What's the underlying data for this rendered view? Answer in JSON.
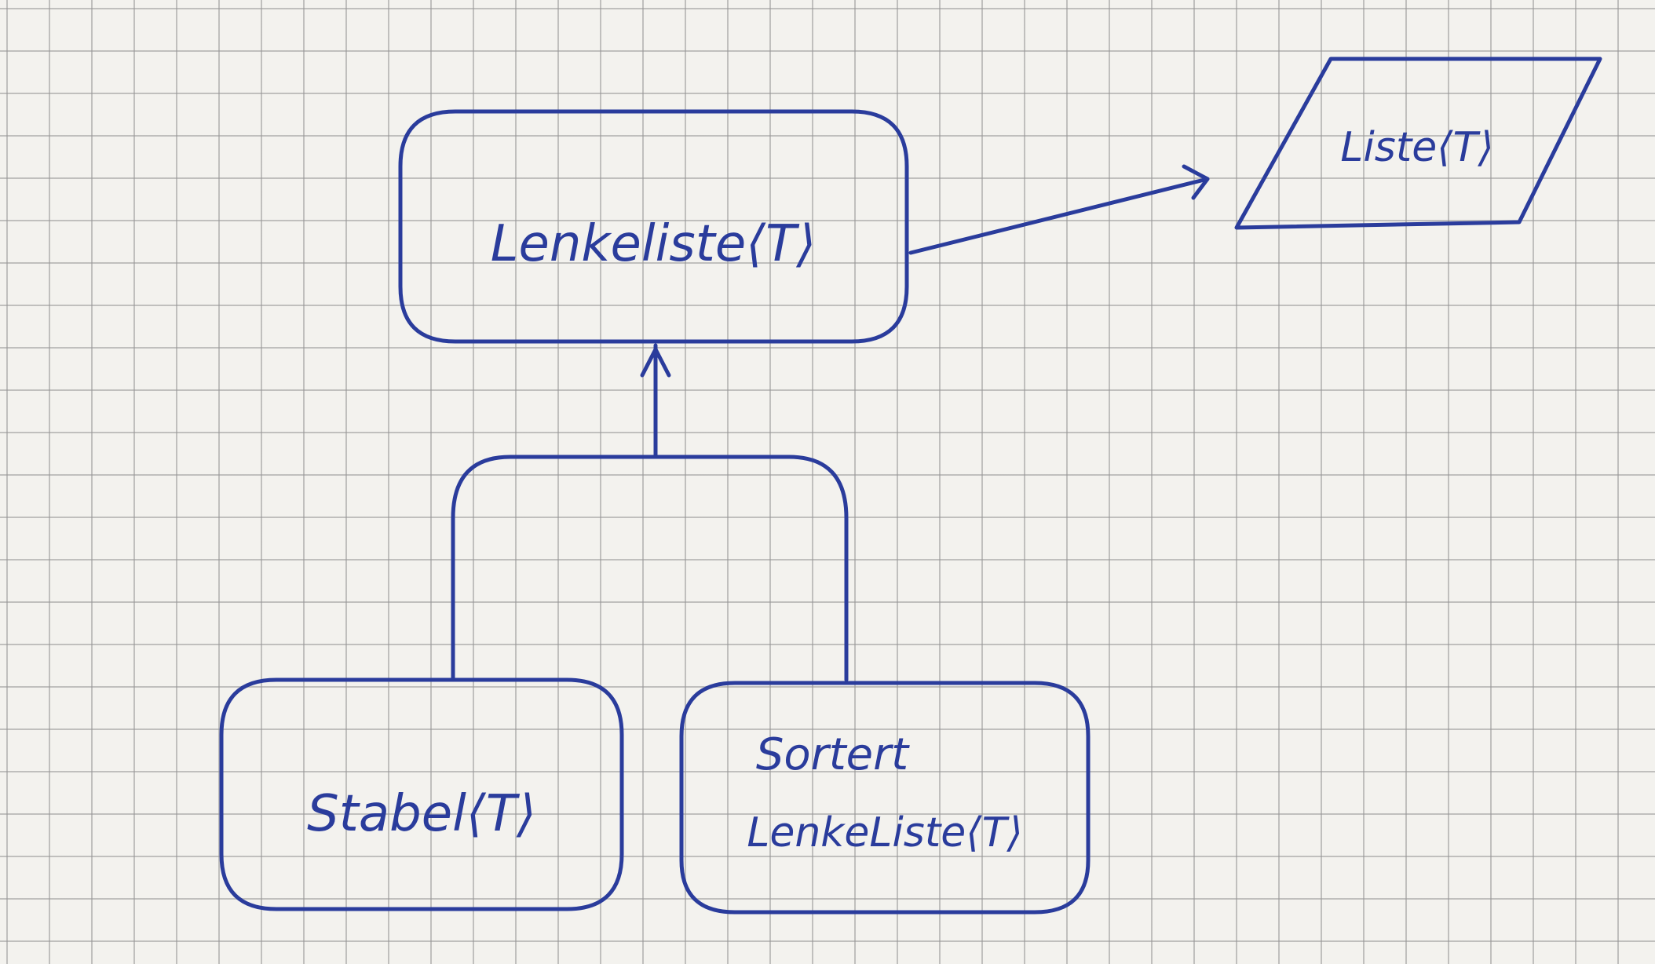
{
  "diagram": {
    "stroke_color": "#2a3c9c",
    "paper_color": "#f3f2ee",
    "grid_color": "#9a9a9a",
    "nodes": {
      "lenkeliste": {
        "label": "Lenkeliste⟨T⟩",
        "shape": "rounded-rectangle"
      },
      "liste": {
        "label": "Liste⟨T⟩",
        "shape": "parallelogram"
      },
      "stabel": {
        "label": "Stabel⟨T⟩",
        "shape": "rounded-rectangle"
      },
      "sortert": {
        "label_line1": "Sortert",
        "label_line2": "LenkeListe⟨T⟩",
        "shape": "rounded-rectangle"
      }
    },
    "edges": [
      {
        "from": "lenkeliste",
        "to": "liste",
        "arrow": "open"
      },
      {
        "from": "stabel",
        "to": "lenkeliste",
        "arrow": "open"
      },
      {
        "from": "sortert",
        "to": "lenkeliste",
        "arrow": "open"
      }
    ]
  }
}
